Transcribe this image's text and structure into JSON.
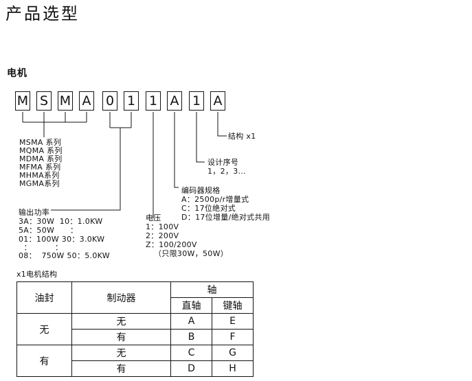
{
  "title": "产品选型",
  "section": "电机",
  "code_boxes": [
    "M",
    "S",
    "M",
    "A",
    "0",
    "1",
    "1",
    "A",
    "1",
    "A"
  ],
  "structure": {
    "label": "结构 x1"
  },
  "design_seq": {
    "label": "设计序号",
    "values": "1，2，3..."
  },
  "encoder": {
    "label": "编码器规格",
    "items": [
      "A：2500p/r增量式",
      "C：17位绝对式",
      "D：17位增量/绝对式共用"
    ]
  },
  "voltage": {
    "label": "电压",
    "items": [
      "1：100V",
      "2：200V",
      "Z：100/200V",
      "（只限30W，50W）"
    ]
  },
  "series": [
    "MSMA 系列",
    "MQMA 系列",
    "MDMA  系列",
    "MFMA 系列",
    "MHMA系列",
    "MGMA系列"
  ],
  "power": {
    "label": "输出功率",
    "rows": [
      "3A：30W  10：1.0KW",
      "5A：50W      ：",
      "01：100W 30：3.0KW",
      "  ：         ：",
      "08：  750W 50：5.0KW"
    ]
  },
  "table": {
    "caption": "x1电机结构",
    "headers": {
      "oil_seal": "油封",
      "brake": "制动器",
      "shaft": "轴",
      "straight": "直轴",
      "key": "键轴"
    },
    "rows": [
      {
        "oil": "无",
        "brake": "无",
        "straight": "A",
        "key": "E"
      },
      {
        "oil": "无",
        "brake": "有",
        "straight": "B",
        "key": "F"
      },
      {
        "oil": "有",
        "brake": "无",
        "straight": "C",
        "key": "G"
      },
      {
        "oil": "有",
        "brake": "有",
        "straight": "D",
        "key": "H"
      }
    ]
  }
}
